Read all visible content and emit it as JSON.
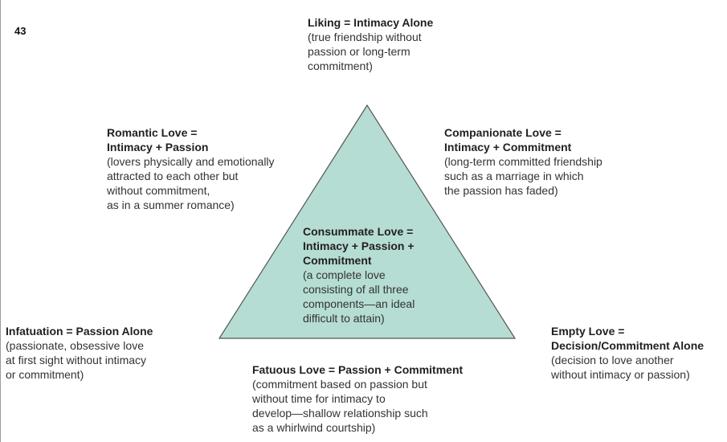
{
  "page_number": "43",
  "colors": {
    "triangle_fill": "#b5ddd3",
    "triangle_stroke": "#555555"
  },
  "blocks": {
    "liking": {
      "title": [
        "Liking = Intimacy Alone"
      ],
      "desc": [
        "(true friendship without",
        "passion or long-term",
        "commitment)"
      ]
    },
    "romantic": {
      "title": [
        "Romantic Love =",
        "Intimacy + Passion"
      ],
      "desc": [
        "(lovers physically and emotionally",
        "attracted to each other but",
        "without commitment,",
        "as in a summer romance)"
      ]
    },
    "companionate": {
      "title": [
        "Companionate Love =",
        "Intimacy + Commitment"
      ],
      "desc": [
        "(long-term committed friendship",
        "such as a marriage in which",
        "the passion has faded)"
      ]
    },
    "consummate": {
      "title": [
        "Consummate Love =",
        "Intimacy + Passion +",
        "Commitment"
      ],
      "desc": [
        "(a complete love",
        "consisting of all three",
        "components—an ideal",
        "difficult to attain)"
      ]
    },
    "infatuation": {
      "title": [
        "Infatuation = Passion Alone"
      ],
      "desc": [
        "(passionate, obsessive love",
        "at first sight without intimacy",
        "or commitment)"
      ]
    },
    "empty": {
      "title": [
        "Empty Love =",
        "Decision/Commitment Alone"
      ],
      "desc": [
        "(decision to love another",
        "without intimacy or passion)"
      ]
    },
    "fatuous": {
      "title": [
        "Fatuous Love = Passion + Commitment"
      ],
      "desc": [
        "(commitment based on passion but",
        "without time for intimacy to",
        "develop—shallow relationship such",
        "as a whirlwind courtship)"
      ]
    }
  }
}
